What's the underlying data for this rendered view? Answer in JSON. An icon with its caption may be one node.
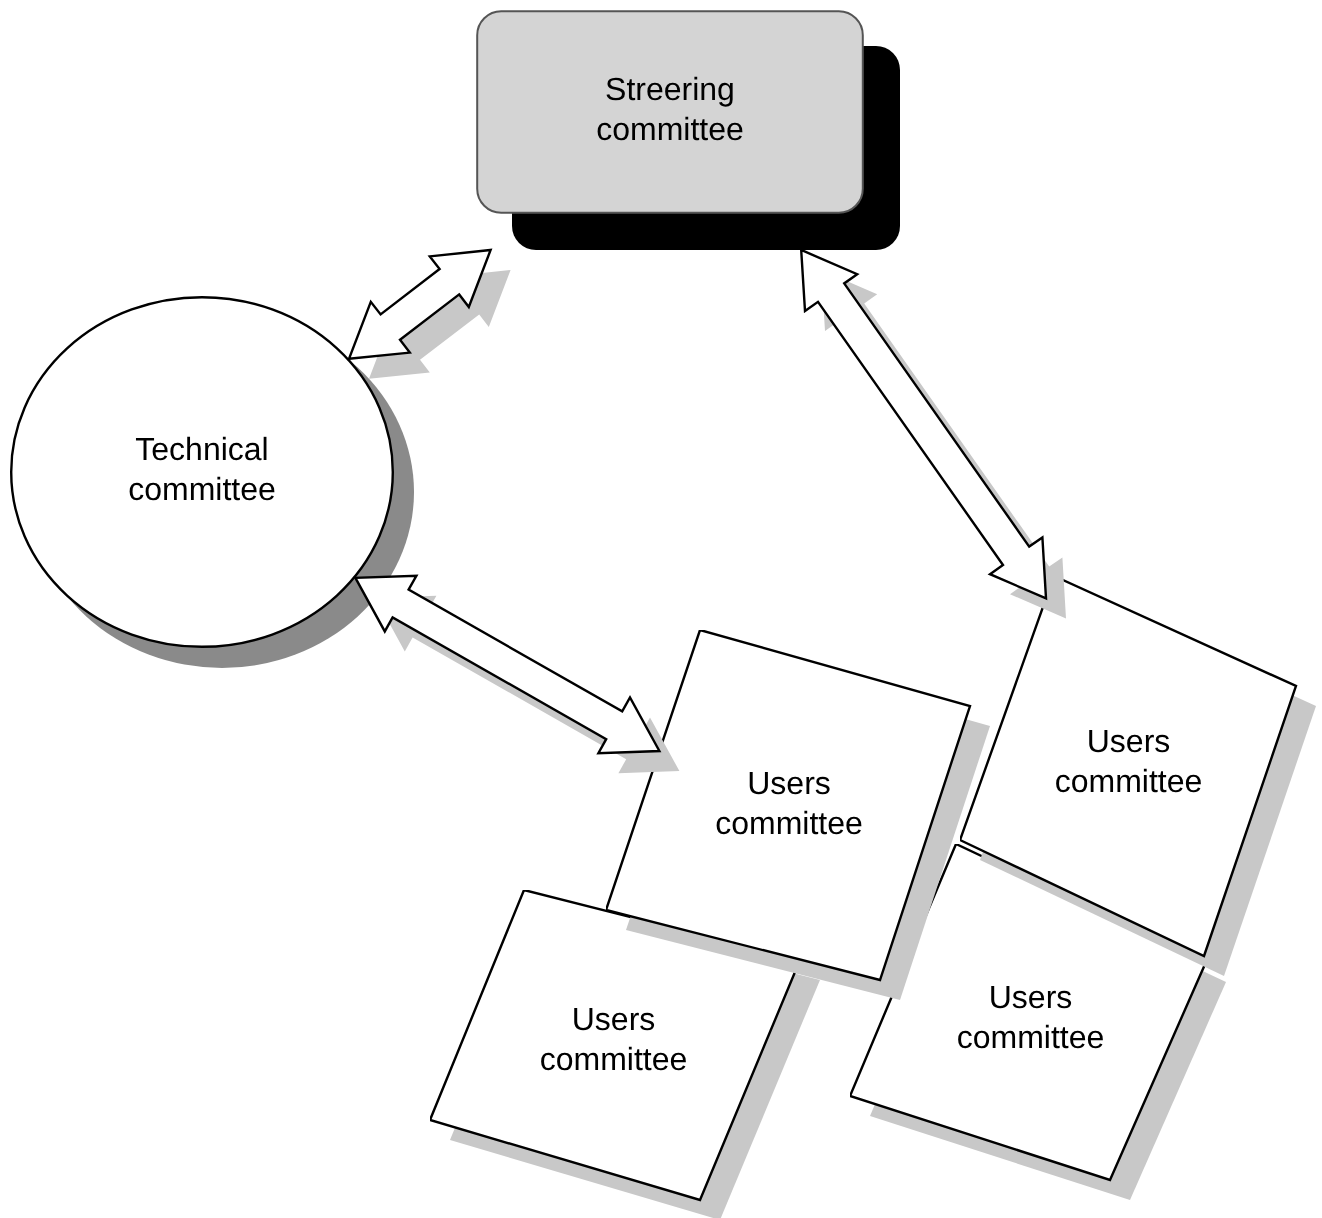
{
  "diagram": {
    "nodes": [
      {
        "text": [
          "Streering committee"
        ]
      },
      {
        "text": [
          "Technical committee"
        ]
      },
      {
        "text": [
          "Users committee"
        ]
      },
      {
        "text": [
          "Users committee"
        ]
      },
      {
        "text": [
          "Users committee"
        ]
      },
      {
        "text": [
          "Users committee"
        ]
      }
    ],
    "edges": [
      {
        "from": 1,
        "to": 0,
        "arrow": "both"
      },
      {
        "from": 0,
        "to": 2,
        "arrow": "both"
      },
      {
        "from": 1,
        "to": 3,
        "arrow": "both"
      }
    ]
  }
}
